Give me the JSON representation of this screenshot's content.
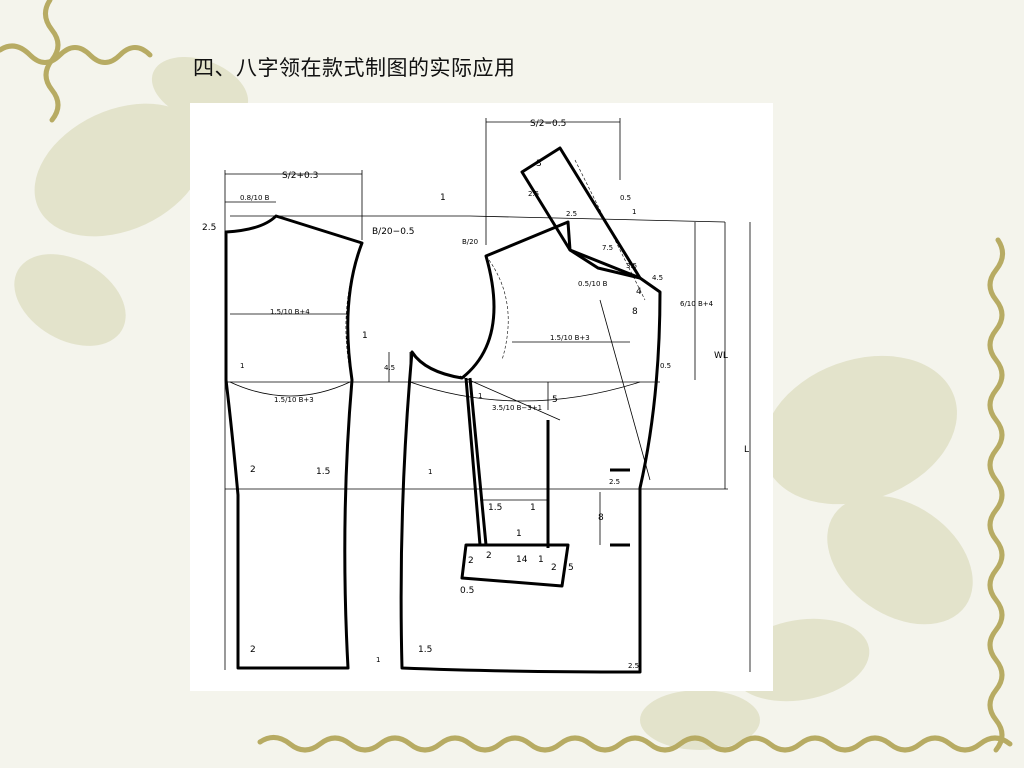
{
  "slide": {
    "title": "四、八字领在款式制图的实际应用"
  },
  "colors": {
    "background": "#f4f4ec",
    "vine": "#b7ab63",
    "leaf": "#dcdcbe",
    "panel": "#ffffff",
    "line": "#000000"
  },
  "diagram": {
    "labels": {
      "dim_s2_03": "S/2+0.3",
      "dim_08_10b": "0.8/10 B",
      "dim_25_left": "2.5",
      "dim_b20_05": "B/20−0.5",
      "dim_1_top": "1",
      "dim_b20": "B/20",
      "dim_s2_05": "S/2−0.5",
      "dim_3": "3",
      "dim_2_5_col": "2.5",
      "dim_05_sh": "0.5",
      "dim_1_sh": "1",
      "dim_2_5_lap": "2.5",
      "dim_7_5": "7.5",
      "dim_3_5": "3.5",
      "dim_4_5": "4.5",
      "dim_05_10b": "0.5/10 B",
      "dim_4": "4",
      "dim_8_lapel": "8",
      "dim_15_10b_4_back": "1.5/10 B+4",
      "dim_15_10b_3_front": "1.5/10 B+3",
      "dim_1_arm": "1",
      "dim_45_arm": "4.5",
      "dim_1_side": "1",
      "dim_15_10b_3_chest": "1.5/10 B+3",
      "dim_35_10b_31": "3.5/10 B−3+1",
      "dim_1_dart": "1",
      "dim_5_dart": "5",
      "dim_05_front": "0.5",
      "dim_6_10b_4": "6/10 B+4",
      "dim_wl": "WL",
      "dim_l": "L",
      "dim_2_waist": "2",
      "dim_15_waist": "1.5",
      "dim_1_waist": "1",
      "dim_15_pocket": "1.5",
      "dim_1_pocket": "1",
      "dim_25_btn": "2.5",
      "dim_8_btn": "8",
      "dim_2a": "2",
      "dim_2b": "2",
      "dim_14": "14",
      "dim_1_flap": "1",
      "dim_1_flap_r": "1",
      "dim_2c": "2",
      "dim_5_flap": "5",
      "dim_05_flap": "0.5",
      "dim_2_hem": "2",
      "dim_1_hem": "1",
      "dim_15_hem": "1.5",
      "dim_25_hem": "2.5"
    }
  }
}
